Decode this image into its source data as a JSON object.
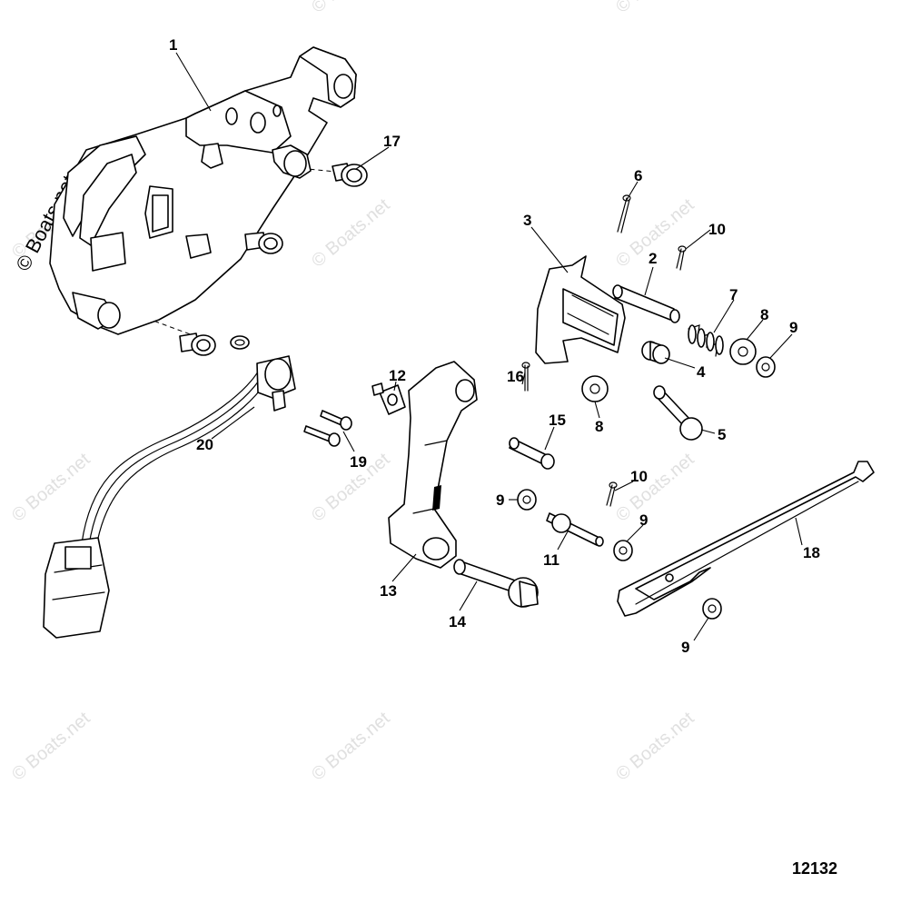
{
  "diagram": {
    "figure_number": "12132",
    "watermark_text": "© Boats.net",
    "side_watermark_text": "© Boats.net",
    "callouts": [
      {
        "id": "c1",
        "label": "1"
      },
      {
        "id": "c2",
        "label": "2"
      },
      {
        "id": "c3",
        "label": "3"
      },
      {
        "id": "c4",
        "label": "4"
      },
      {
        "id": "c5",
        "label": "5"
      },
      {
        "id": "c6",
        "label": "6"
      },
      {
        "id": "c7",
        "label": "7"
      },
      {
        "id": "c8a",
        "label": "8"
      },
      {
        "id": "c8b",
        "label": "8"
      },
      {
        "id": "c9a",
        "label": "9"
      },
      {
        "id": "c9b",
        "label": "9"
      },
      {
        "id": "c9c",
        "label": "9"
      },
      {
        "id": "c9d",
        "label": "9"
      },
      {
        "id": "c10a",
        "label": "10"
      },
      {
        "id": "c10b",
        "label": "10"
      },
      {
        "id": "c11",
        "label": "11"
      },
      {
        "id": "c12",
        "label": "12"
      },
      {
        "id": "c13",
        "label": "13"
      },
      {
        "id": "c14",
        "label": "14"
      },
      {
        "id": "c15",
        "label": "15"
      },
      {
        "id": "c16",
        "label": "16"
      },
      {
        "id": "c17",
        "label": "17"
      },
      {
        "id": "c18",
        "label": "18"
      },
      {
        "id": "c19",
        "label": "19"
      },
      {
        "id": "c20",
        "label": "20"
      }
    ]
  }
}
